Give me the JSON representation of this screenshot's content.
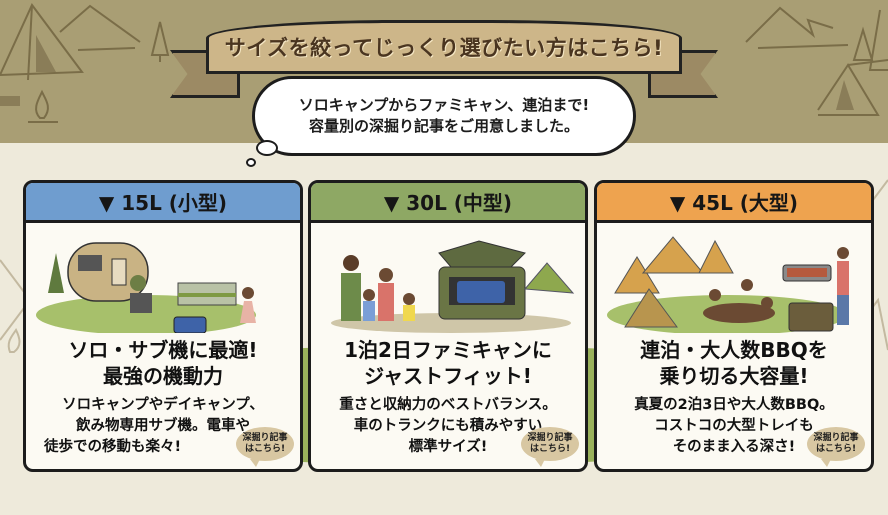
{
  "banner": {
    "title": "サイズを絞ってじっくり選びたい方はこちら!"
  },
  "bubble": {
    "line1": "ソロキャンプからファミキャン、連泊まで!",
    "line2": "容量別の深掘り記事をご用意しました。"
  },
  "colors": {
    "top_band": "#a99e74",
    "banner_fill": "#cdb689",
    "banner_text": "#4a3520",
    "grass": "#9ab25c",
    "card_border": "#1c1c1c",
    "badge": "#d8c7a2"
  },
  "cards": [
    {
      "header": "▼ 15L (小型)",
      "header_color": "#6f9dcf",
      "title_line1": "ソロ・サブ機に最適!",
      "title_line2": "最強の機動力",
      "desc_line1": "ソロキャンプやデイキャンプ、",
      "desc_line2": "飲み物専用サブ機。電車や",
      "desc_line3": "徒歩での移動も楽々!",
      "link_line1": "深掘り記事",
      "link_line2": "はこちら!",
      "illustration": "camper-trailer-solo-camper-train-walker"
    },
    {
      "header": "▼ 30L (中型)",
      "header_color": "#8ea864",
      "title_line1": "1泊2日ファミキャンに",
      "title_line2": "ジャストフィット!",
      "desc_line1": "重さと収納力のベストバランス。",
      "desc_line2": "車のトランクにも積みやすい",
      "desc_line3": "標準サイズ!",
      "link_line1": "深掘り記事",
      "link_line2": "はこちら!",
      "illustration": "family-car-trunk-cooler-tent"
    },
    {
      "header": "▼ 45L (大型)",
      "header_color": "#eea34f",
      "title_line1": "連泊・大人数BBQを",
      "title_line2": "乗り切る大容量!",
      "desc_line1": "真夏の2泊3日や大人数BBQ。",
      "desc_line2": "コストコの大型トレイも",
      "desc_line3": "そのまま入る深さ!",
      "link_line1": "深掘り記事",
      "link_line2": "はこちら!",
      "illustration": "group-bbq-tents-large-cooler"
    }
  ]
}
